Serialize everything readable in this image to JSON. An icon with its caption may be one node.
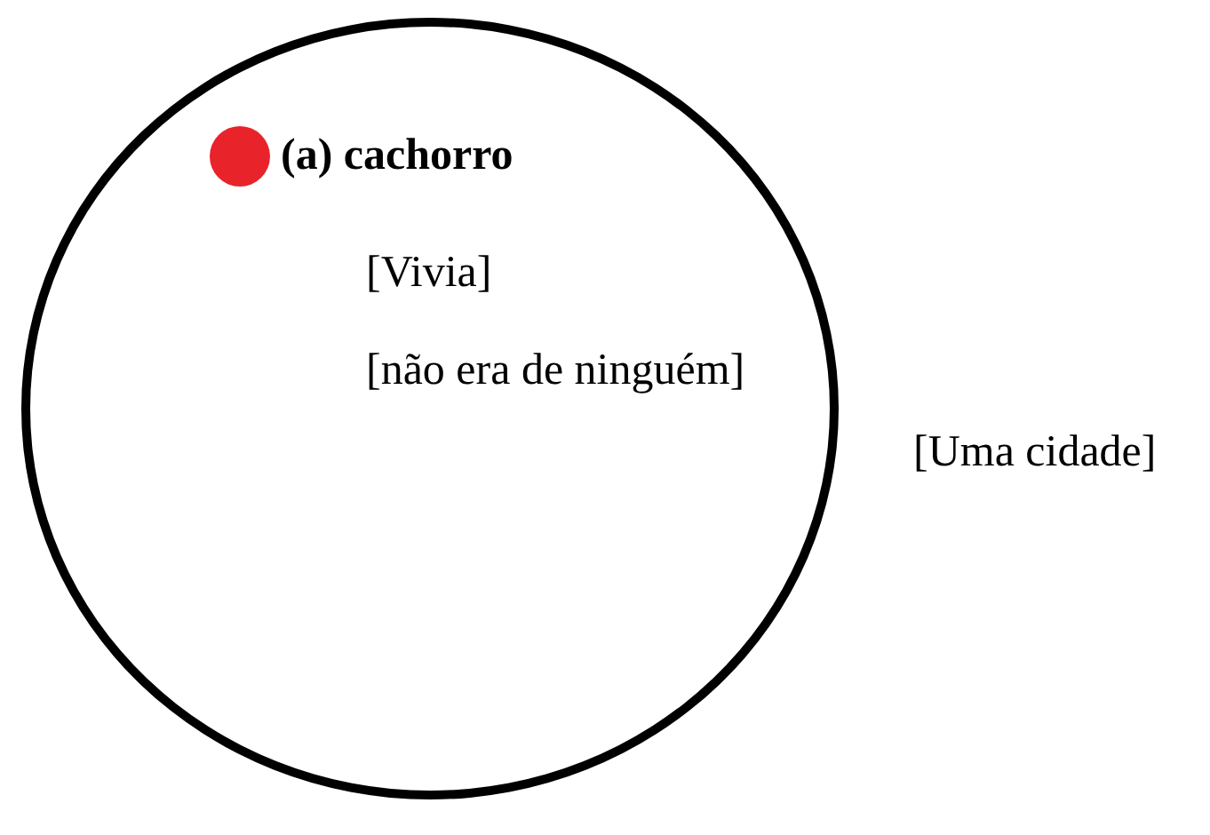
{
  "diagram": {
    "nodes": [
      {
        "text": [],
        "shape": "circle"
      },
      {
        "text": [],
        "shape": "circle",
        "in": 0,
        "beside": [
          "(a) cachorro"
        ]
      }
    ],
    "labels": [
      "[Vivia]",
      "[não era de ninguém]",
      "[Uma cidade]"
    ]
  }
}
